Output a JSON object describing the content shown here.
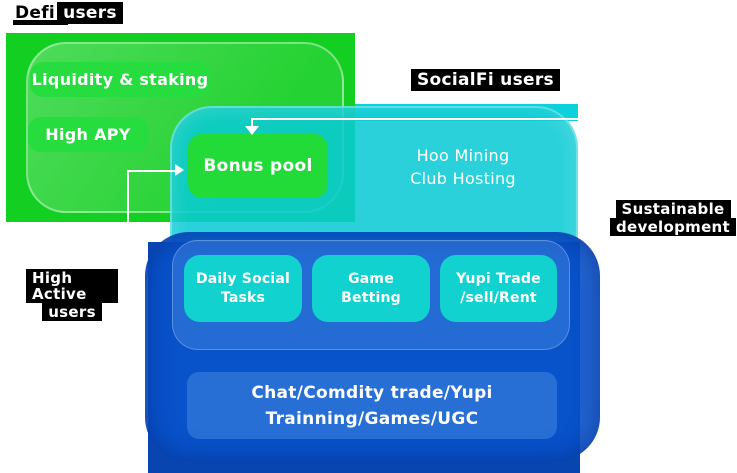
{
  "labels": {
    "defi_prefix": "Defi",
    "defi_suffix": "users",
    "socialfi": "SocialFi users",
    "sustainable_line1": "Sustainable",
    "sustainable_line2": "development",
    "high_active_line1": "High Active",
    "high_active_line2": "users"
  },
  "defi": {
    "liquidity": "Liquidity & staking",
    "high_apy": "High APY",
    "bonus_pool": "Bonus pool"
  },
  "socialfi": {
    "hosting_line1": "Hoo Mining",
    "hosting_line2": "Club Hosting"
  },
  "ecosystem": {
    "tasks": [
      {
        "line1": "Daily Social",
        "line2": "Tasks"
      },
      {
        "line1": "Game",
        "line2": "Betting"
      },
      {
        "line1": "Yupi Trade",
        "line2": "/sell/Rent"
      }
    ],
    "chat_line1": "Chat/Comdity trade/Yupi",
    "chat_line2": "Trainning/Games/UGC"
  },
  "colors": {
    "green_panel": "#13cf22",
    "green_chip": "#26dc3e",
    "bonus_green": "#22db38",
    "cyan_ribbon": "#0bd2da",
    "cyan_panel": "#0acad4",
    "cyan_chip": "#12d2cf",
    "blue_back": "#0845b0",
    "blue_panel": "#0953cd",
    "inner_panel_blue": "#2b77dc",
    "label_bg": "#000000",
    "text": "#ffffff",
    "arrow": "#ffffff"
  }
}
